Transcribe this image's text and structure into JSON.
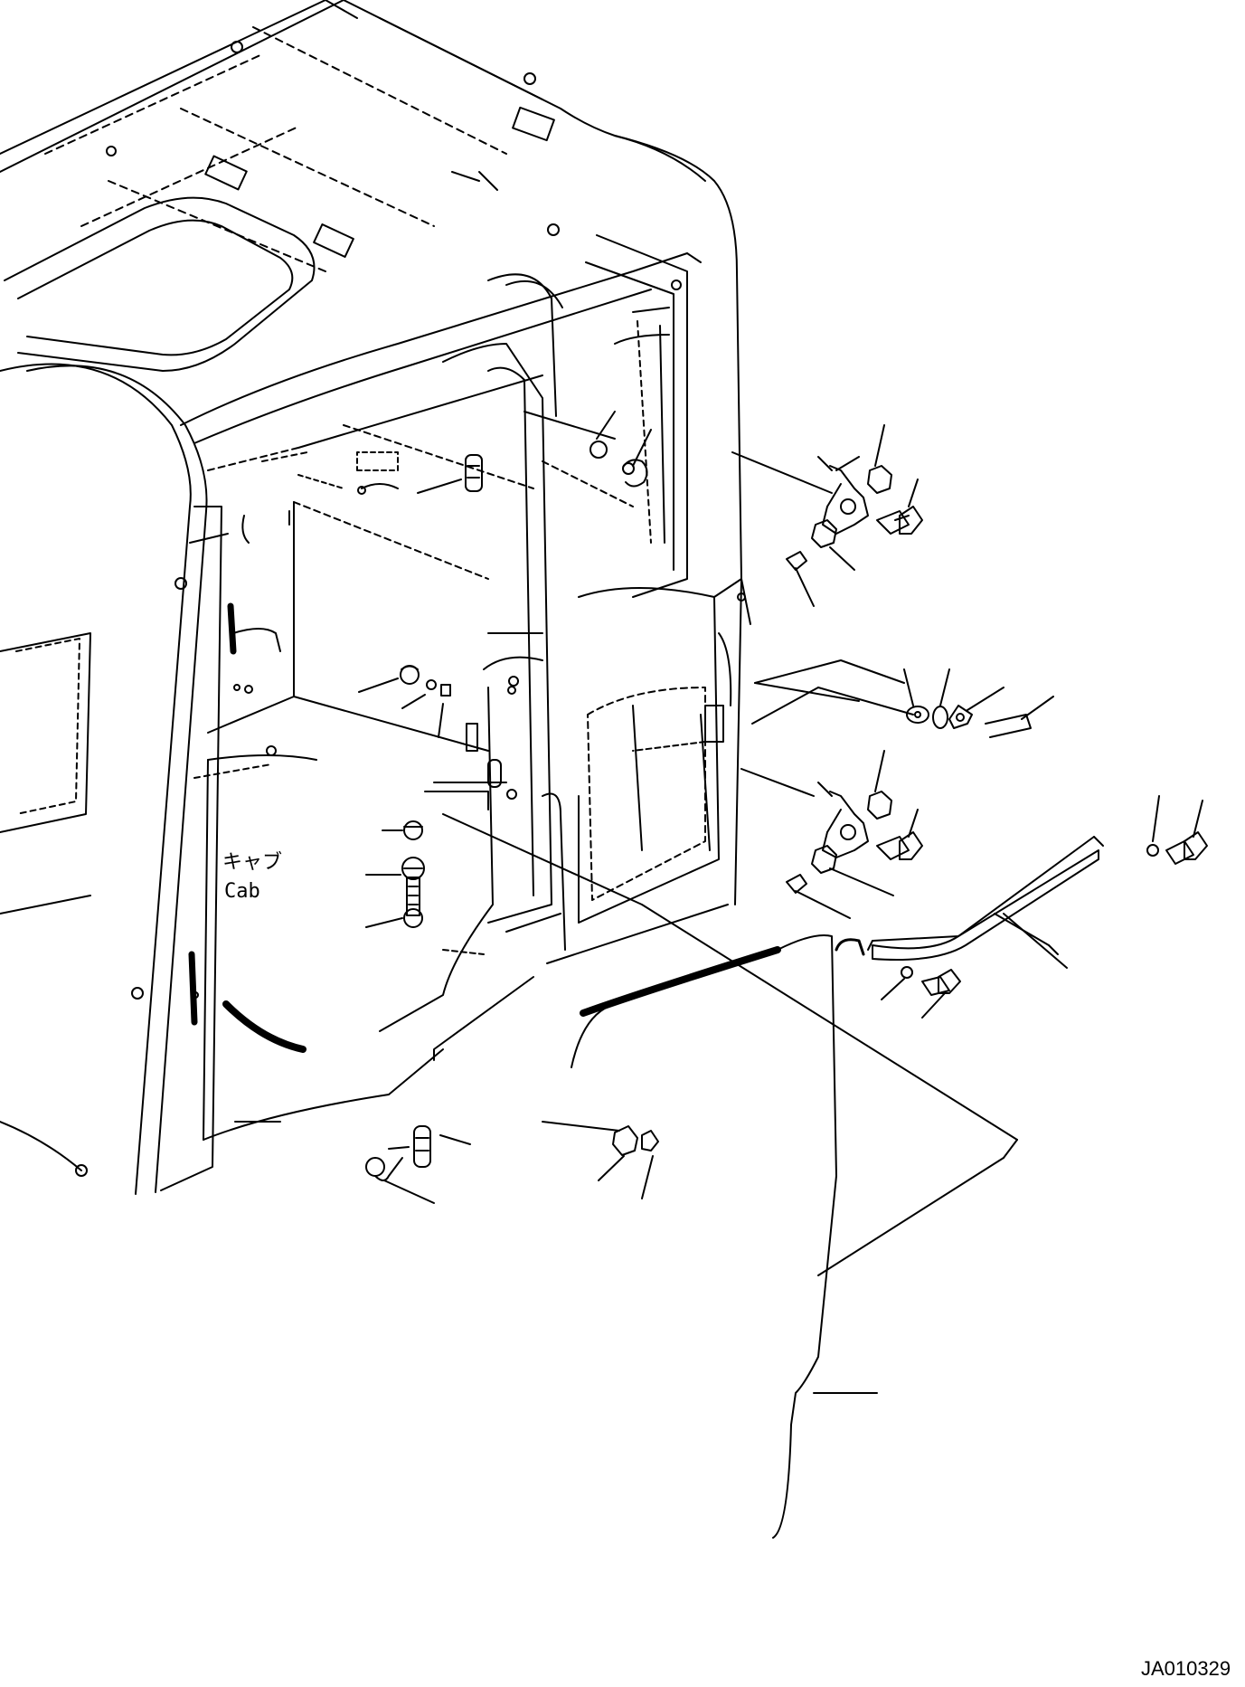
{
  "cab_label": {
    "ja": "キャブ",
    "en": "Cab"
  },
  "drawing_code": "JA010329"
}
